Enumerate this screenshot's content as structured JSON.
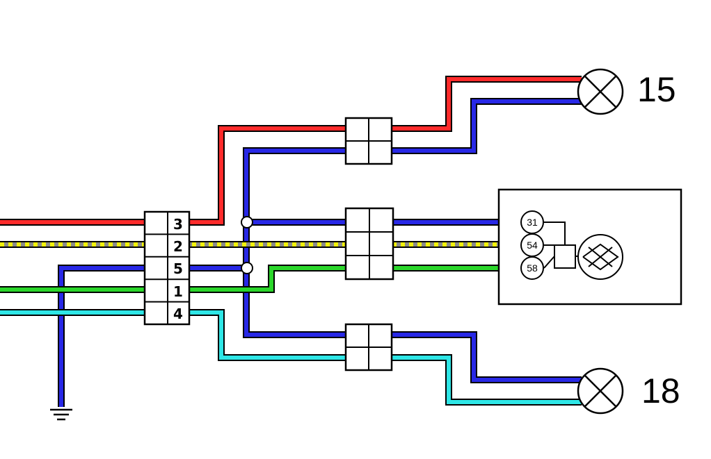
{
  "colors": {
    "red": "#ff2b2b",
    "blue": "#2828e6",
    "green": "#2bd62b",
    "cyan": "#2ee6e6",
    "yellow": "#f2f20a",
    "gray": "#8a8a8a",
    "outline": "#000000",
    "background": "#ffffff"
  },
  "lamps": {
    "top_label": "15",
    "bottom_label": "18"
  },
  "connector": {
    "pins": [
      "3",
      "2",
      "5",
      "1",
      "4"
    ]
  },
  "module": {
    "terminals": [
      "31",
      "54",
      "58"
    ]
  }
}
